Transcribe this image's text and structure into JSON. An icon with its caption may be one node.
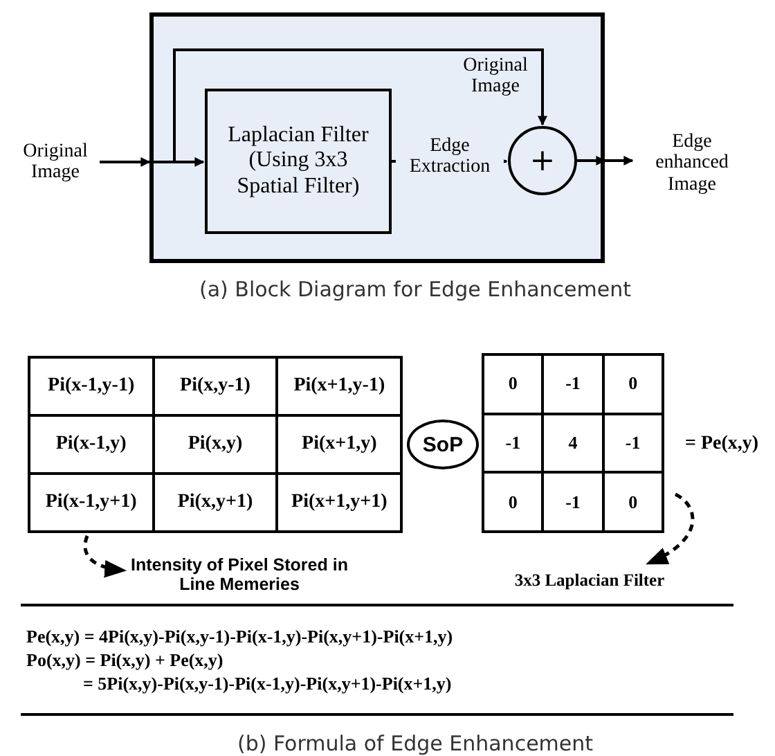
{
  "diagram": {
    "nodes": [
      {
        "text": [],
        "shape": "box"
      },
      {
        "text": [
          "Original Image"
        ]
      },
      {
        "text": [
          "Laplacian Filter (Using 3x3 Spatial Filter)"
        ],
        "in": 0
      },
      {
        "text": [
          "+"
        ],
        "in": 0
      },
      {
        "text": [
          "Edge enhanced Image"
        ]
      },
      {
        "text": [
          "Pi(x-1,y-1)",
          "Pi(x,y-1)",
          "Pi(x+1,y-1)",
          "Pi(x-1,y)",
          "Pi(x,y)",
          "Pi(x+1,y)",
          "Pi(x-1,y+1)",
          "Pi(x,y+1)",
          "Pi(x+1,y+1)"
        ]
      },
      {
        "text": [
          "SoP"
        ]
      },
      {
        "text": [
          "0",
          "-1",
          "0",
          "-1",
          "4",
          "-1",
          "0",
          "-1",
          "0"
        ],
        "beside": [
          "= Pe(x,y)"
        ]
      },
      {
        "text": [
          "Intensity of Pixel Stored in Line Memeries"
        ]
      },
      {
        "text": [
          "3x3 Laplacian Filter"
        ]
      },
      {
        "text": [
          "Pe(x,y) = 4Pi(x,y)-Pi(x,y-1)-Pi(x-1,y)-Pi(x,y+1)-Pi(x+1,y)",
          "Po(x,y) = Pi(x,y) + Pe(x,y)",
          "= 5Pi(x,y)-Pi(x,y-1)-Pi(x-1,y)-Pi(x,y+1)-Pi(x+1,y)"
        ]
      }
    ],
    "edges": [
      {
        "from": 1,
        "to": 2,
        "arrow": "to"
      },
      {
        "from": 1,
        "to": 3,
        "arrow": "to",
        "label": "Original Image"
      },
      {
        "from": 2,
        "to": 3,
        "arrow": "to",
        "label": "Edge Extraction"
      },
      {
        "from": 3,
        "to": 4,
        "arrow": "to"
      },
      {
        "from": 5,
        "to": 8,
        "arrow": "to",
        "style": "dashed"
      },
      {
        "from": 7,
        "to": 9,
        "arrow": "to",
        "style": "dashed"
      }
    ],
    "labels": [
      "(a) Block Diagram for Edge Enhancement",
      "(b) Formula of Edge Enhancement"
    ]
  }
}
